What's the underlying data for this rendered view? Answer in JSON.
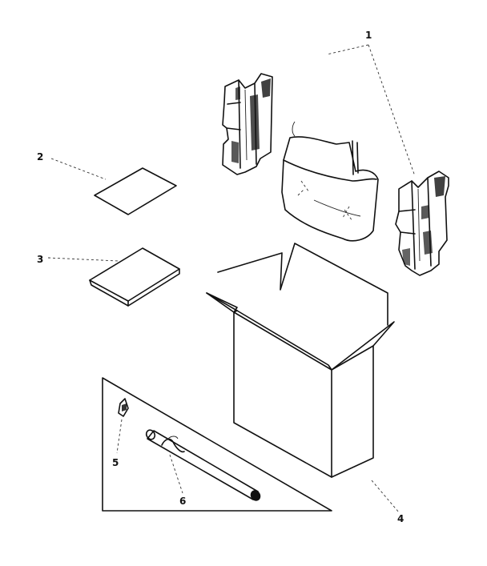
{
  "callouts": {
    "c1": "1",
    "c2": "2",
    "c3": "3",
    "c4": "4",
    "c5": "5",
    "c6": "6"
  },
  "colors": {
    "ink": "#111111",
    "paper": "#ffffff"
  }
}
